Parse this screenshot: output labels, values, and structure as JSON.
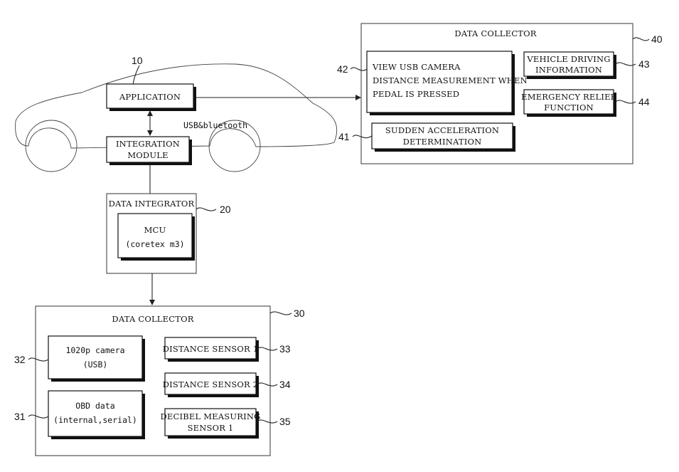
{
  "car": {
    "ref": "10",
    "application": "APPLICATION",
    "integration_line1": "INTEGRATION",
    "integration_line2": "MODULE",
    "link_label": "USB&bluetooth"
  },
  "data_collector_top": {
    "title": "DATA COLLECTOR",
    "ref": "40",
    "camera_line1": "VIEW USB CAMERA",
    "camera_line2": "DISTANCE MEASUREMENT WHEN",
    "camera_line3": "PEDAL IS PRESSED",
    "camera_ref": "42",
    "sudden_line1": "SUDDEN ACCELERATION",
    "sudden_line2": "DETERMINATION",
    "sudden_ref": "41",
    "vehicle_line1": "VEHICLE DRIVING",
    "vehicle_line2": "INFORMATION",
    "vehicle_ref": "43",
    "emergency_line1": "EMERGENCY RELIEF",
    "emergency_line2": "FUNCTION",
    "emergency_ref": "44"
  },
  "data_integrator": {
    "title": "DATA INTEGRATOR",
    "ref": "20",
    "mcu_line1": "MCU",
    "mcu_line2": "(coretex m3)"
  },
  "data_collector_bottom": {
    "title": "DATA COLLECTOR",
    "ref": "30",
    "camera_line1": "1020p camera",
    "camera_line2": "(USB)",
    "camera_ref": "32",
    "obd_line1": "OBD data",
    "obd_line2": "(internal,serial)",
    "obd_ref": "31",
    "dist1": "DISTANCE SENSOR 1",
    "dist1_ref": "33",
    "dist2": "DISTANCE SENSOR 2",
    "dist2_ref": "34",
    "decibel_line1": "DECIBEL MEASURING",
    "decibel_line2": "SENSOR 1",
    "decibel_ref": "35"
  }
}
